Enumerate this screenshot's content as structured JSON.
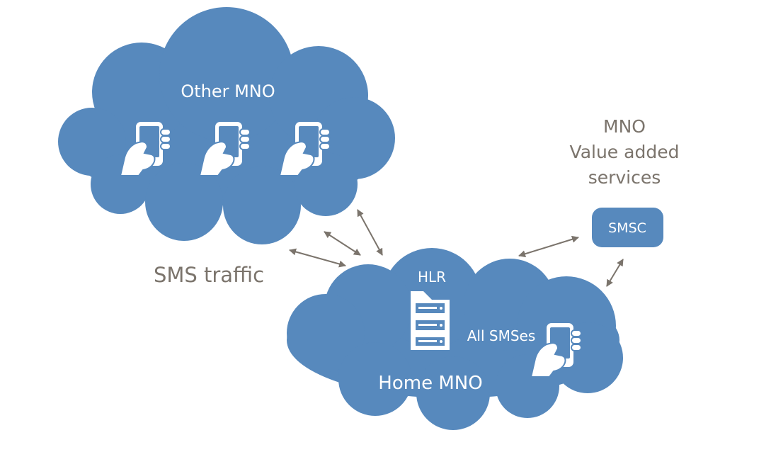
{
  "other_network": {
    "label": "Other MNO"
  },
  "home_network": {
    "label": "Home MNO",
    "hlr_label": "HLR",
    "all_smses_label": "All SMSes"
  },
  "value_added": {
    "line1": "MNO",
    "line2": "Value added",
    "line3": "services"
  },
  "smsc": {
    "label": "SMSC"
  },
  "traffic_label": "SMS traffic",
  "icons": {
    "phone": "hand-phone-icon",
    "server": "server-icon"
  },
  "colors": {
    "cloud": "#5789bd",
    "text_gray": "#7b746c",
    "arrow": "#7b746c"
  }
}
